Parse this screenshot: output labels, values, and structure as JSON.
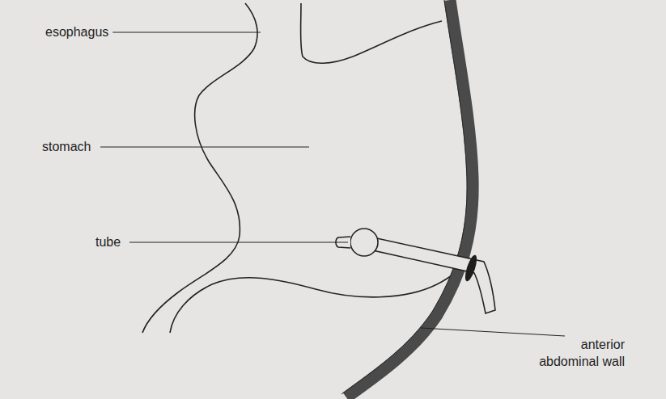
{
  "diagram": {
    "labels": [
      "esophagus",
      "stomach",
      "tube",
      "anterior abdominal wall"
    ]
  }
}
